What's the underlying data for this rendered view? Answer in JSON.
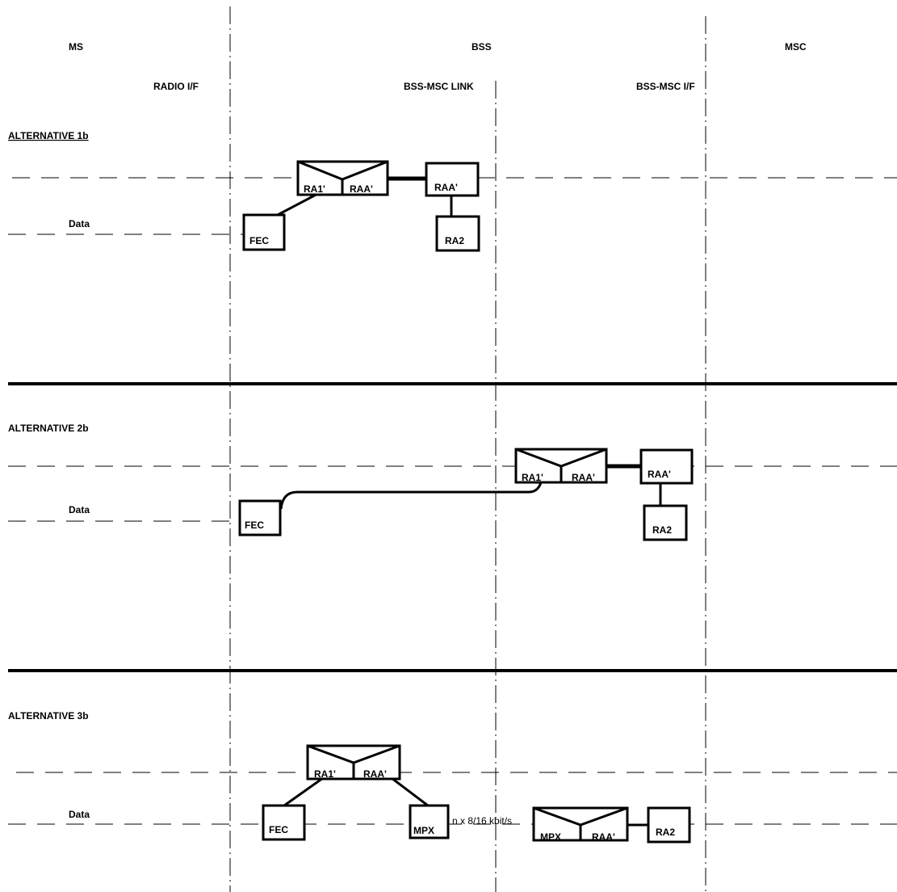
{
  "columns": {
    "ms": "MS",
    "bss": "BSS",
    "msc": "MSC"
  },
  "interfaces": {
    "radio": "RADIO I/F",
    "link": "BSS-MSC LINK",
    "msc_if": "BSS-MSC I/F"
  },
  "sections": [
    {
      "title": "ALTERNATIVE 1b",
      "data_label": "Data",
      "boxes": {
        "ra1": "RA1'",
        "raa_a": "RAA'",
        "raa_b": "RAA'",
        "ra2": "RA2",
        "fec": "FEC"
      }
    },
    {
      "title": "ALTERNATIVE 2b",
      "data_label": "Data",
      "boxes": {
        "ra1": "RA1'",
        "raa_a": "RAA'",
        "raa_b": "RAA'",
        "ra2": "RA2",
        "fec": "FEC"
      }
    },
    {
      "title": "ALTERNATIVE 3b",
      "data_label": "Data",
      "boxes": {
        "ra1": "RA1'",
        "raa_a": "RAA'",
        "fec": "FEC",
        "mpx_a": "MPX",
        "mpx_b": "MPX",
        "raa_b": "RAA'",
        "ra2": "RA2"
      },
      "link_rate": "n x 8/16 kbit/s"
    }
  ]
}
